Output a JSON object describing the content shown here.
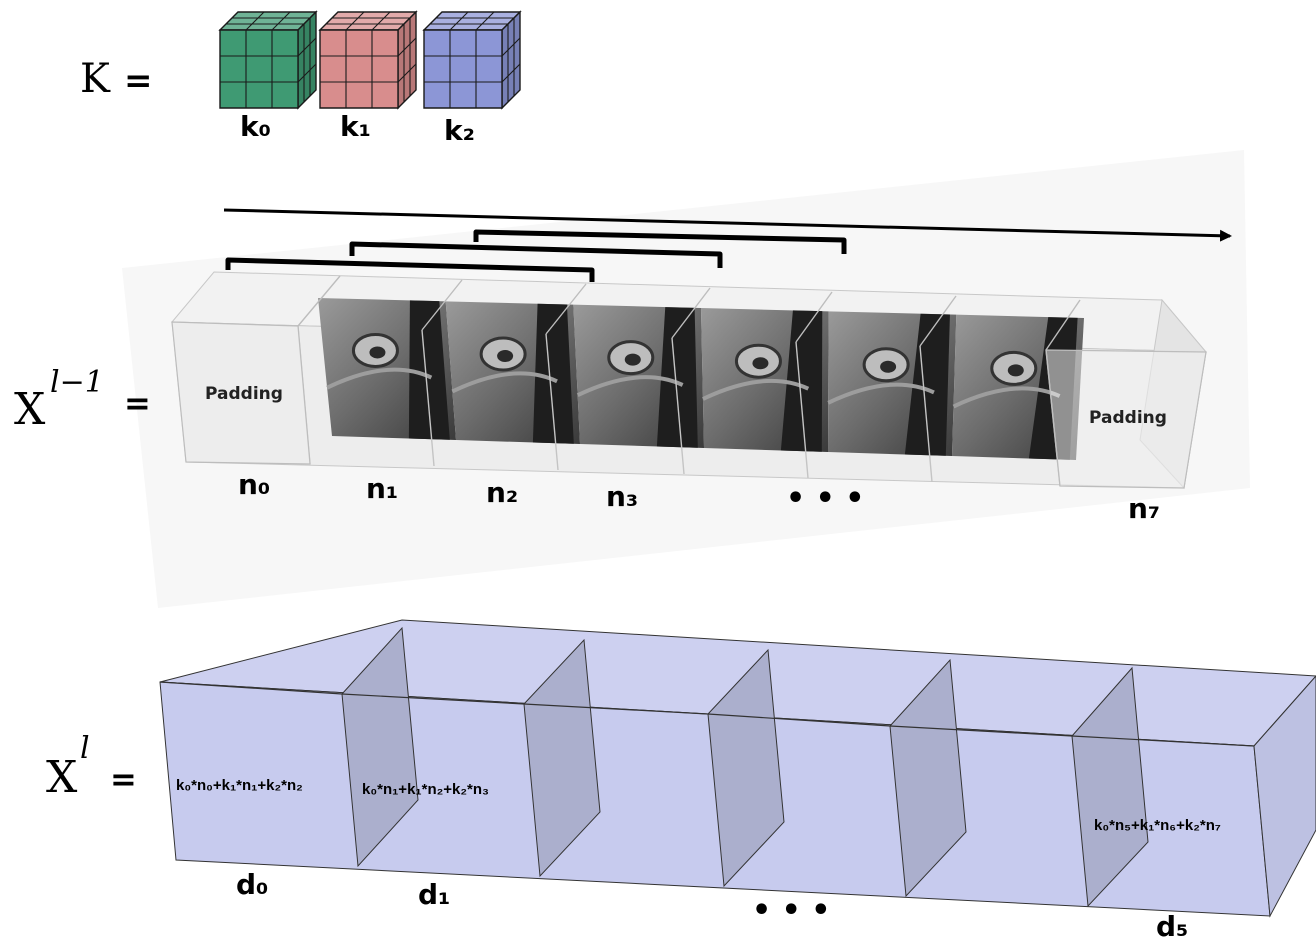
{
  "kernel": {
    "symbol": "K",
    "equals": "=",
    "cubes": [
      {
        "label": "k₀",
        "color": "#3f9a73"
      },
      {
        "label": "k₁",
        "color": "#d88d8d"
      },
      {
        "label": "k₂",
        "color": "#8c96d6"
      }
    ]
  },
  "input": {
    "symbol": "X",
    "superscript": "l−1",
    "equals": "=",
    "padding_label": "Padding",
    "frame_count": 6,
    "slice_labels": [
      "n₀",
      "n₁",
      "n₂",
      "n₃",
      "n₇"
    ],
    "ellipsis": "• • •"
  },
  "output": {
    "symbol": "X",
    "superscript": "l",
    "equals": "=",
    "color": "#c7cbee",
    "formulas": [
      "k₀*n₀+k₁*n₁+k₂*n₂",
      "k₀*n₁+k₁*n₂+k₂*n₃",
      "k₀*n₅+k₁*n₆+k₂*n₇"
    ],
    "slice_labels": [
      "d₀",
      "d₁",
      "d₅"
    ],
    "ellipsis": "• • •"
  }
}
